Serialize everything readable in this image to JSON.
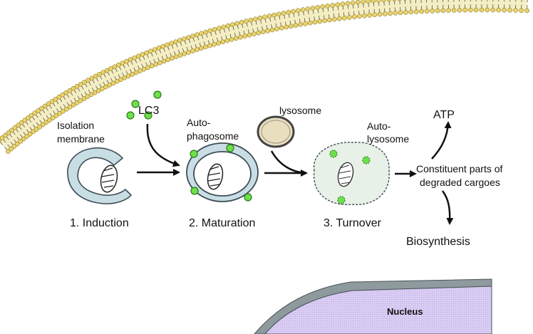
{
  "labels": {
    "isolation_line1": "Isolation",
    "isolation_line2": "membrane",
    "lc3": "LC3",
    "autophagosome_line1": "Auto-",
    "autophagosome_line2": "phagosome",
    "lysosome": "lysosome",
    "autolysosome_line1": "Auto-",
    "autolysosome_line2": "lysosome",
    "atp": "ATP",
    "constituent_line1": "Constituent parts of",
    "constituent_line2": "degraded cargoes",
    "biosynthesis": "Biosynthesis",
    "nucleus": "Nucleus"
  },
  "stages": {
    "induction": "1. Induction",
    "maturation": "2. Maturation",
    "turnover": "3. Turnover"
  },
  "colors": {
    "membrane_fill": "#c8dde4",
    "membrane_stroke": "#3e4d55",
    "lc3_green": "#6ee04a",
    "lipid_head": "#ead36a",
    "lysosome_fill": "#e9dfbf",
    "autolysosome_fill": "#e8f1e8",
    "nucleus_fill": "#d9ccf2",
    "nuclear_envelope": "#8e9a9e"
  }
}
